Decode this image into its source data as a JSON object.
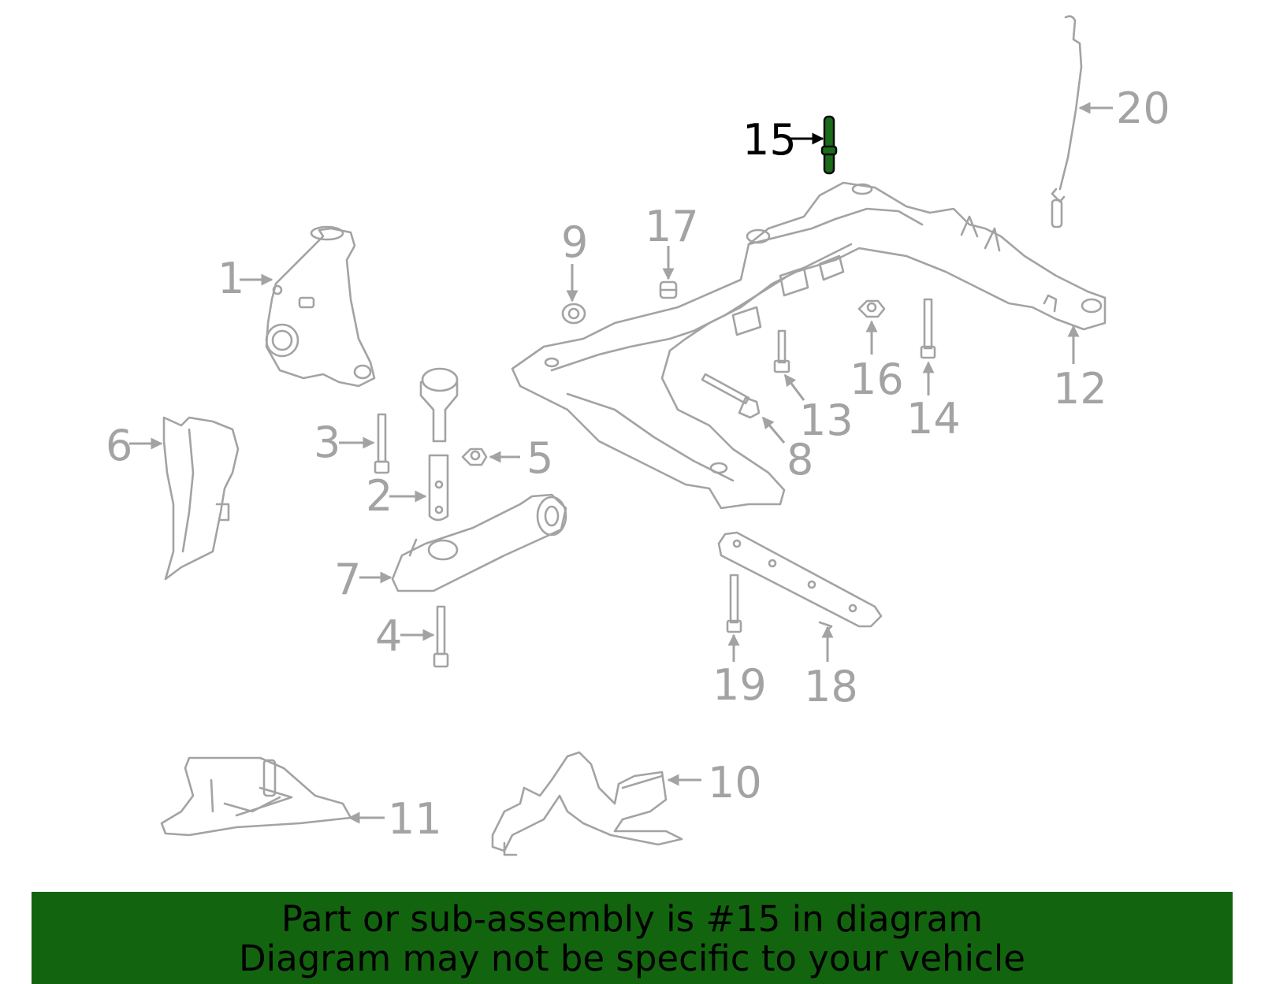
{
  "diagram": {
    "highlight_color": "#13640f",
    "highlighted_part": "15",
    "callouts": [
      "1",
      "2",
      "3",
      "4",
      "5",
      "6",
      "7",
      "8",
      "9",
      "10",
      "11",
      "12",
      "13",
      "14",
      "15",
      "16",
      "17",
      "18",
      "19",
      "20"
    ]
  },
  "banner": {
    "line1": "Part or sub-assembly is #15 in diagram",
    "line2": "Diagram may not be specific to your vehicle"
  }
}
